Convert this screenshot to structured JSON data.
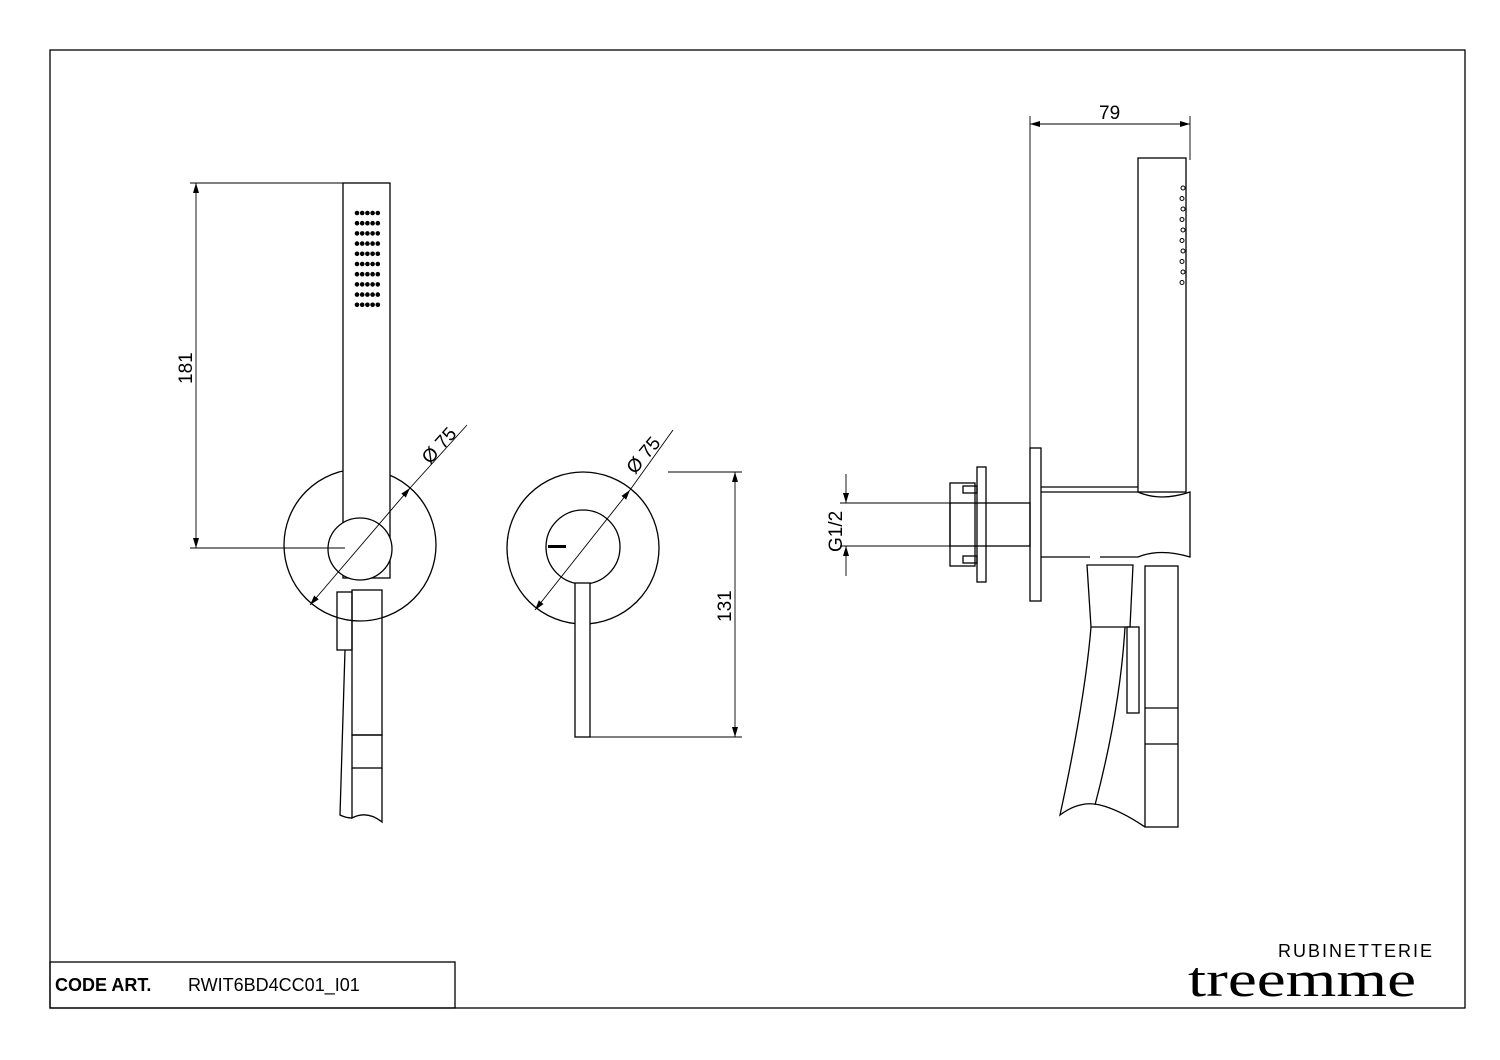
{
  "title_block": {
    "code_label": "CODE ART.",
    "code_value": "RWIT6BD4CC01_I01"
  },
  "logo": {
    "top": "RUBINETTERIE",
    "brand": "treemme"
  },
  "dimensions": {
    "shower_height": "181",
    "plate_diameter_left": "Ø 75",
    "plate_diameter_middle": "Ø 75",
    "lever_height": "131",
    "depth": "79",
    "thread": "G1/2"
  },
  "colors": {
    "line": "#000000",
    "background": "#ffffff"
  }
}
